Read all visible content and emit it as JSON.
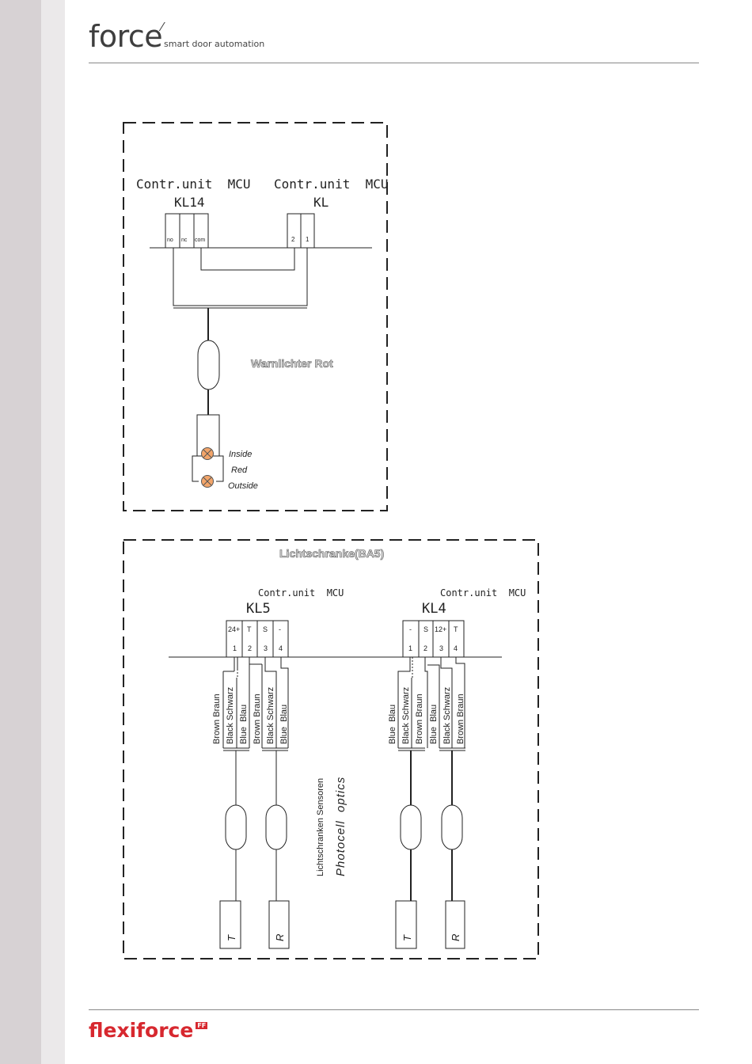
{
  "header": {
    "brand": "force",
    "tagline": "smart door automation"
  },
  "footer": {
    "brand": "flexiforce",
    "badge": "FF"
  },
  "colors": {
    "footer_brand": "#d7282f",
    "lamp": "#f3a56a",
    "sidebar": "#d7d2d4"
  },
  "panel1": {
    "unit_left": "Contr.unit  MCU",
    "unit_left_block": "KL14",
    "unit_right": "Contr.unit  MCU",
    "unit_right_block": "KL",
    "terminals_left": [
      "no",
      "nc",
      "com"
    ],
    "terminals_right": [
      "2",
      "1"
    ],
    "device_label": "Warnlichter Rot",
    "lamp_inside": "Inside",
    "lamp_color": "Red",
    "lamp_outside": "Outside"
  },
  "panel2": {
    "title": "Lichtschranke(BA5)",
    "kl5": {
      "unit": "Contr.unit  MCU",
      "block": "KL5",
      "terminal_labels": [
        "24+",
        "T",
        "S",
        "-"
      ],
      "terminal_numbers": [
        "1",
        "2",
        "3",
        "4"
      ],
      "wires": [
        "Brown Braun",
        "Black Schwarz",
        "Blue  Blau",
        "Brown Braun",
        "Black Schwarz",
        "Blue  Blau"
      ]
    },
    "kl4": {
      "unit": "Contr.unit  MCU",
      "block": "KL4",
      "terminal_labels": [
        "-",
        "S",
        "12+",
        "T"
      ],
      "terminal_numbers": [
        "1",
        "2",
        "3",
        "4"
      ],
      "wires": [
        "Blue  Blau",
        "Black Schwarz",
        "Brown Braun",
        "Blue  Blau",
        "Black Schwarz",
        "Brown Braun"
      ]
    },
    "sensor_label_de": "Lichtschranken Sensoren",
    "sensor_label_en": "Photocell  optics",
    "devices": [
      "T",
      "R",
      "T",
      "R"
    ]
  }
}
